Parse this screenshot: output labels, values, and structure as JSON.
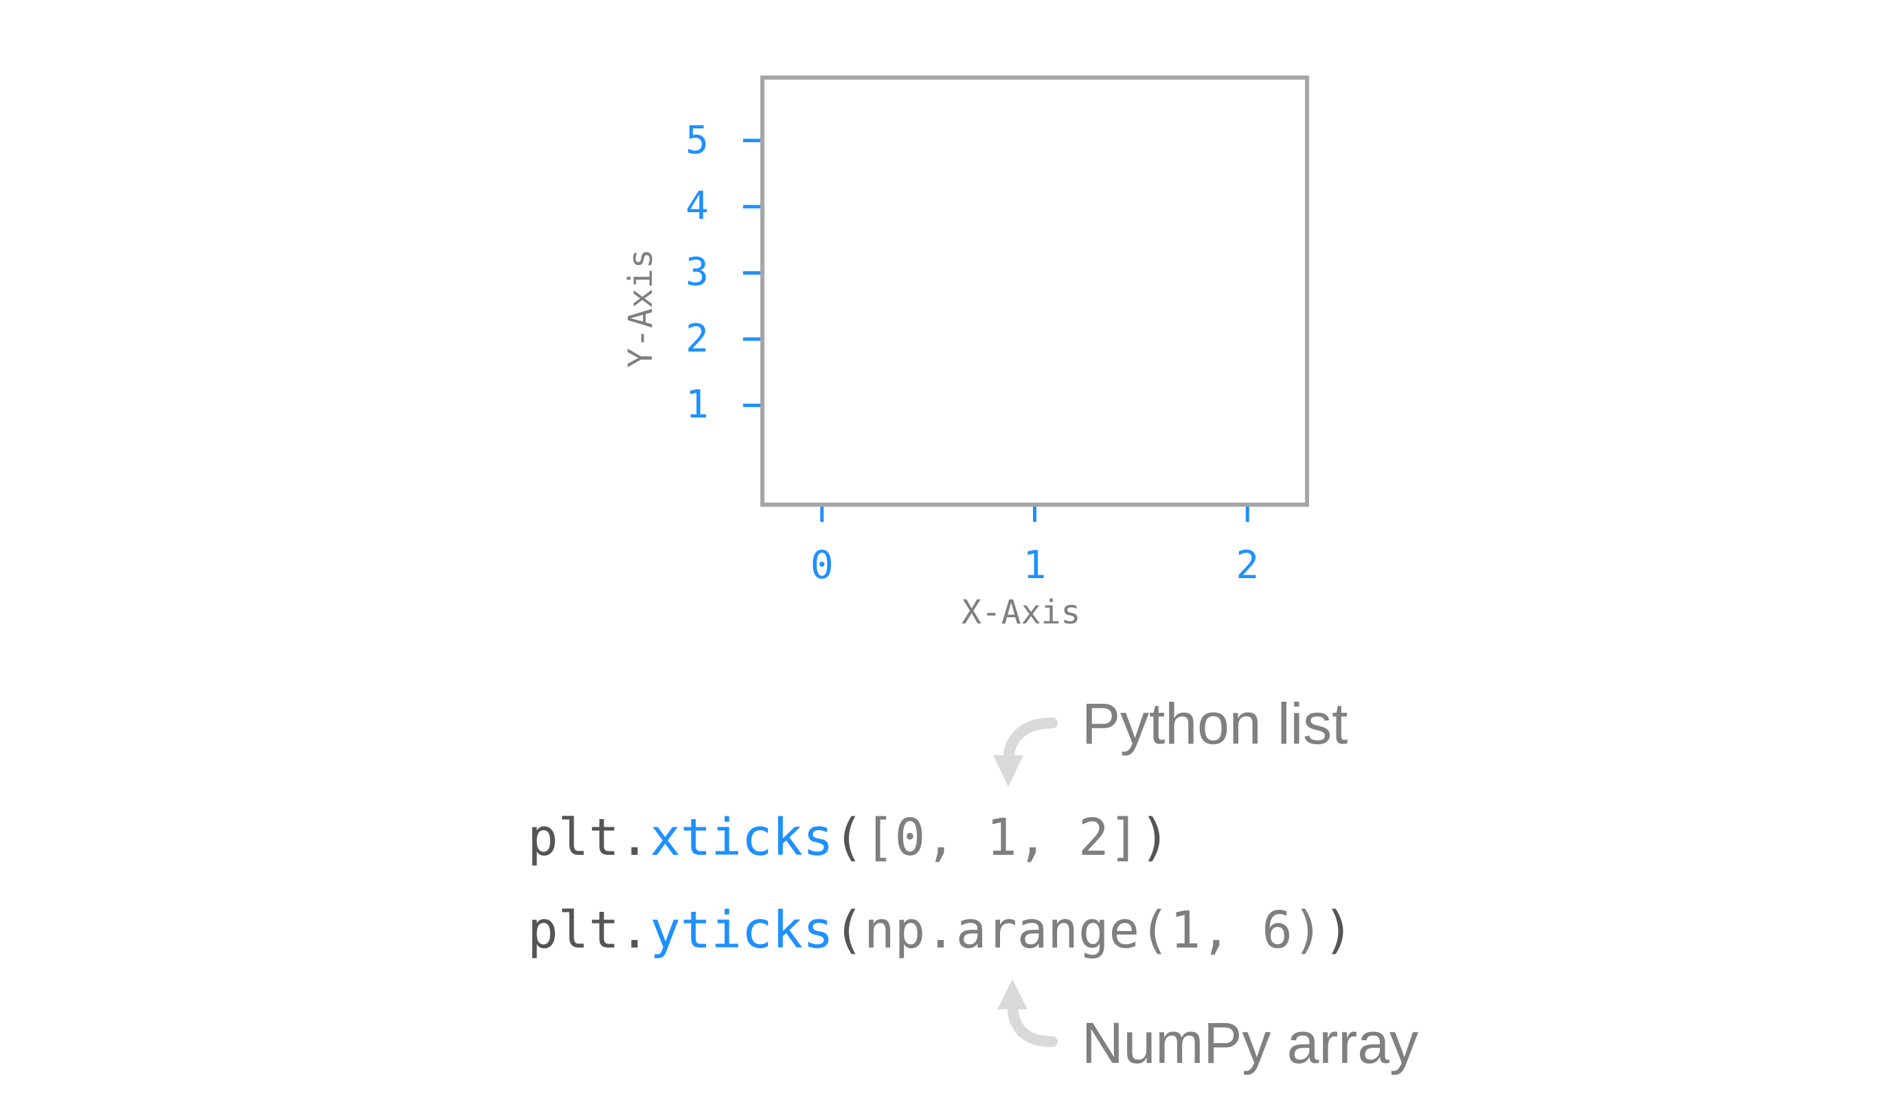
{
  "chart_data": {
    "type": "scatter",
    "xlabel": "X-Axis",
    "ylabel": "Y-Axis",
    "xticks": [
      0,
      1,
      2
    ],
    "yticks": [
      1,
      2,
      3,
      4,
      5
    ],
    "xticklabels": [
      "0",
      "1",
      "2"
    ],
    "yticklabels": [
      "1",
      "2",
      "3",
      "4",
      "5"
    ],
    "xlim": [
      -0.28,
      2.28
    ],
    "ylim": [
      -0.5,
      5.95
    ],
    "grid": false,
    "series": []
  },
  "code": {
    "line1": {
      "prefix": "plt.",
      "func": "xticks",
      "paren_open": "(",
      "args": "[0, 1, 2]",
      "paren_close": ")"
    },
    "line2": {
      "prefix": "plt.",
      "func": "yticks",
      "paren_open": "(",
      "args": "np.arange(1, 6)",
      "paren_close": ")"
    }
  },
  "annotations": {
    "list_label": "Python list",
    "array_label": "NumPy array"
  },
  "colors": {
    "tick": "#1e90ff",
    "frame": "#a6a6a6",
    "axis_title": "#7f7f7f",
    "code_text": "#555555",
    "code_func": "#1e90ff",
    "code_arg": "#7f7f7f",
    "annotation_text": "#808080",
    "arrow": "#d9d9d9"
  },
  "icons": {
    "list_arrow": "curved-arrow-down-icon",
    "array_arrow": "curved-arrow-up-icon"
  }
}
